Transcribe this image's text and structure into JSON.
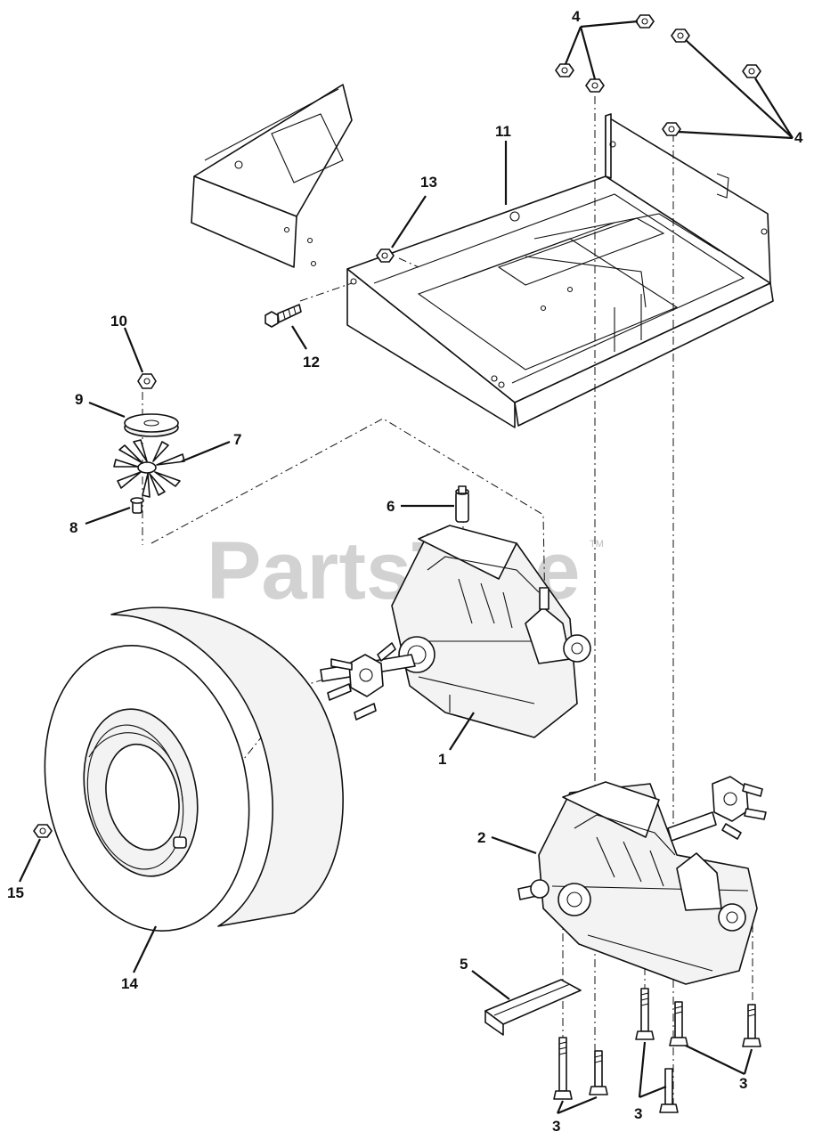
{
  "watermark": {
    "text": "PartsTree",
    "trademark": "TM"
  },
  "callouts": [
    {
      "id": "c1",
      "label": "1"
    },
    {
      "id": "c2",
      "label": "2"
    },
    {
      "id": "c3a",
      "label": "3"
    },
    {
      "id": "c3b",
      "label": "3"
    },
    {
      "id": "c3c",
      "label": "3"
    },
    {
      "id": "c4a",
      "label": "4"
    },
    {
      "id": "c4b",
      "label": "4"
    },
    {
      "id": "c5",
      "label": "5"
    },
    {
      "id": "c6",
      "label": "6"
    },
    {
      "id": "c7",
      "label": "7"
    },
    {
      "id": "c8",
      "label": "8"
    },
    {
      "id": "c9",
      "label": "9"
    },
    {
      "id": "c10",
      "label": "10"
    },
    {
      "id": "c11",
      "label": "11"
    },
    {
      "id": "c12",
      "label": "12"
    },
    {
      "id": "c13",
      "label": "13"
    },
    {
      "id": "c14",
      "label": "14"
    },
    {
      "id": "c15",
      "label": "15"
    }
  ]
}
